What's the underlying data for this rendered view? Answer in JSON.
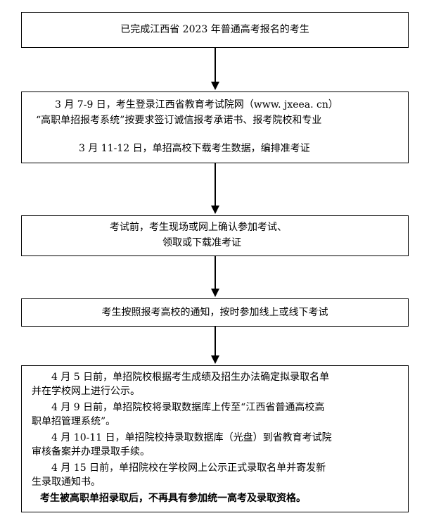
{
  "box1": {
    "text": "已完成江西省 2023 年普通高考报名的考生"
  },
  "box2": {
    "line1": "3 月 7-9 日，考生登录江西省教育考试院网（www. jxeea. cn）",
    "line2": "“高职单招报考系统”按要求签订诚信报考承诺书、报考院校和专业",
    "line3": "3 月 11-12 日，单招高校下载考生数据，编排准考证"
  },
  "box3": {
    "line1": "考试前，考生现场或网上确认参加考试、",
    "line2": "领取或下载准考证"
  },
  "box4": {
    "text": "考生按照报考高校的通知，按时参加线上或线下考试"
  },
  "box5": {
    "lines": [
      "4 月 5 日前，单招院校根据考生成绩及招生办法确定拟录取名单",
      "并在学校网上进行公示。",
      "4 月 9 日前，单招院校将录取数据库上传至“江西省普通高校高",
      "职单招管理系统”。",
      "4 月 10-11 日，单招院校持录取数据库（光盘）到省教育考试院",
      "审核备案并办理录取手续。",
      "4 月 15 日前，单招院校在学校网上公示正式录取名单并寄发新",
      "生录取通知书。"
    ],
    "bold_note": "考生被高职单招录取后，不再具有参加统一高考及录取资格。"
  }
}
